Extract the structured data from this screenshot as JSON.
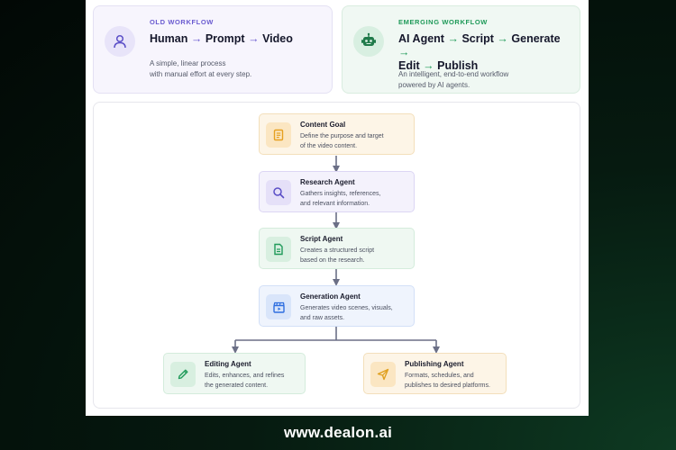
{
  "old": {
    "kicker": "OLD WORKFLOW",
    "steps": [
      "Human",
      "Prompt",
      "Video"
    ],
    "arrow": "→",
    "desc": "A simple, linear process\nwith manual effort at every step.",
    "icon": "user-icon",
    "accent": "#6a5bd0"
  },
  "emerging": {
    "kicker": "EMERGING WORKFLOW",
    "flow": "AI Agent → Script → Generate →\nEdit → Publish",
    "desc": "An intelligent, end-to-end workflow\npowered by AI agents.",
    "icon": "robot-icon",
    "accent": "#1f9a59"
  },
  "nodes": [
    {
      "id": "content-goal",
      "title": "Content Goal",
      "desc": "Define the purpose and target\nof the video content.",
      "icon": "document-icon",
      "color": "#f0a020"
    },
    {
      "id": "research-agent",
      "title": "Research Agent",
      "desc": "Gathers insights, references,\nand relevant information.",
      "icon": "search-icon",
      "color": "#5b4fc7"
    },
    {
      "id": "script-agent",
      "title": "Script Agent",
      "desc": "Creates a structured script\nbased on the research.",
      "icon": "script-icon",
      "color": "#1f9a59"
    },
    {
      "id": "generation-agent",
      "title": "Generation Agent",
      "desc": "Generates video scenes, visuals,\nand raw assets.",
      "icon": "clapperboard-icon",
      "color": "#2f6fe0"
    },
    {
      "id": "editing-agent",
      "title": "Editing Agent",
      "desc": "Edits, enhances, and refines\nthe generated content.",
      "icon": "pencil-icon",
      "color": "#1f9a59"
    },
    {
      "id": "publishing-agent",
      "title": "Publishing Agent",
      "desc": "Formats, schedules, and\npublishes to desired platforms.",
      "icon": "send-icon",
      "color": "#e0a020"
    }
  ],
  "footer": "www.dealon.ai"
}
